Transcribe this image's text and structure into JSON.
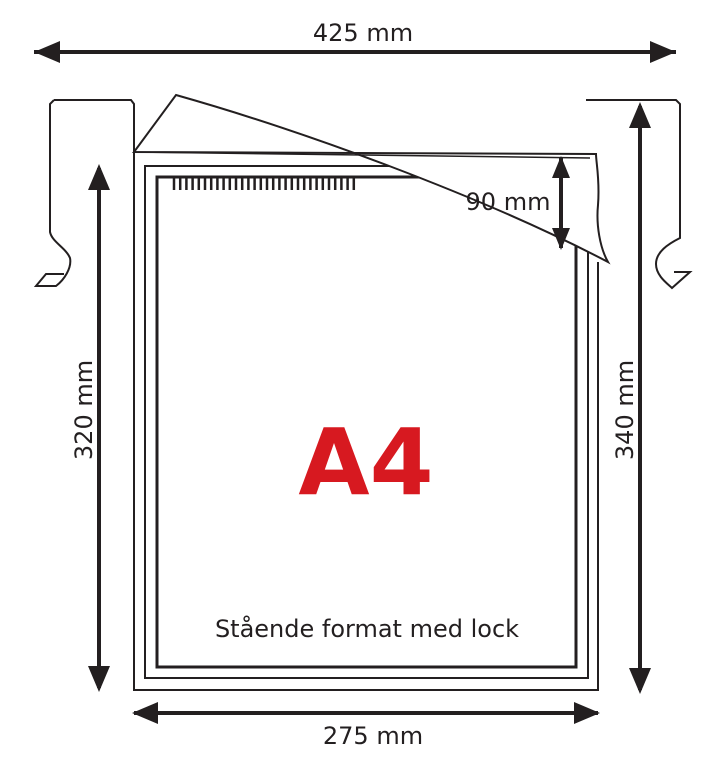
{
  "dimensions": {
    "top_width": "425 mm",
    "bottom_width": "275 mm",
    "left_height": "320 mm",
    "right_height": "340 mm",
    "lid_height": "90 mm"
  },
  "format_label": "A4",
  "caption": "Stående format med lock",
  "colors": {
    "line": "#231f20",
    "accent": "#d71920",
    "background": "#ffffff"
  }
}
